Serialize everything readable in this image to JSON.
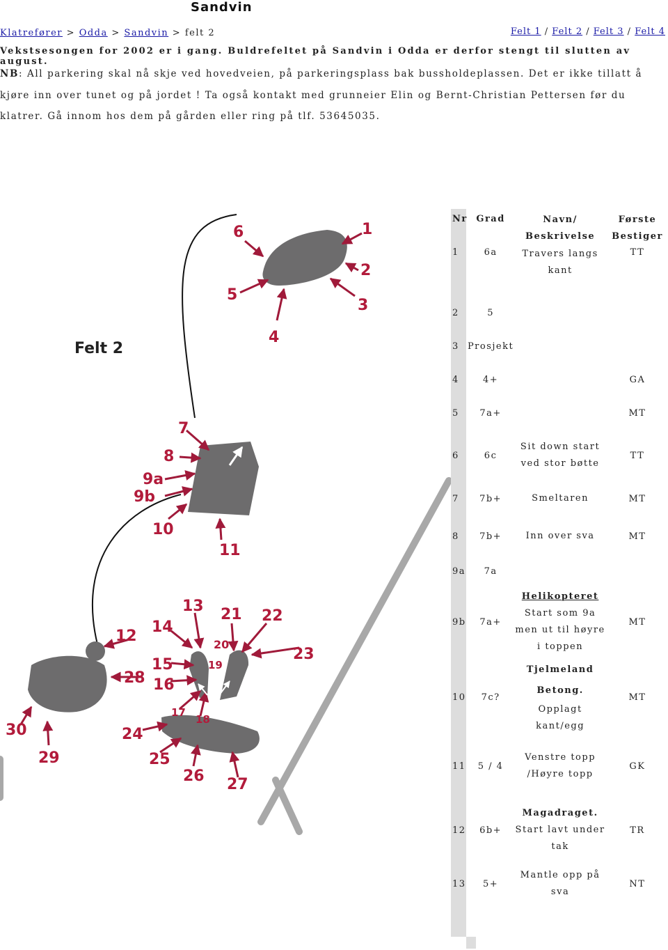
{
  "page_title": "Sandvin",
  "breadcrumb": {
    "item1": "Klatrefører",
    "sep1": " > ",
    "item2": "Odda",
    "sep2": " > ",
    "item3": "Sandvin",
    "sep3": " > ",
    "current": "felt 2"
  },
  "felt_nav": {
    "felt1": "Felt 1",
    "felt2": "Felt 2",
    "felt3": "Felt 3",
    "felt4": "Felt 4",
    "sep": " / "
  },
  "notice": "Vekstsesongen for 2002 er i gang. Buldrefeltet på Sandvin i Odda er derfor stengt til slutten av august.",
  "nb_label": "NB",
  "nb_text": ": All parkering skal nå skje ved hovedveien, på parkeringsplass bak bussholdeplassen. Det er ikke tillatt å kjøre inn over tunet og på jordet ! Ta også kontakt med grunneier Elin og Bernt-Christian Pettersen før du klatrer. Gå innom hos dem på gården eller ring på tlf. 53645035.",
  "map": {
    "felt_label": "Felt 2",
    "numbers": [
      "1",
      "2",
      "3",
      "4",
      "5",
      "6",
      "7",
      "8",
      "9a",
      "9b",
      "10",
      "11",
      "12",
      "13",
      "14",
      "15",
      "16",
      "17",
      "18",
      "19",
      "20",
      "21",
      "22",
      "23",
      "24",
      "25",
      "26",
      "27",
      "28",
      "29",
      "30"
    ],
    "colors": {
      "boulder": "#6d6c6d",
      "arrow": "#a01a3a",
      "road": "#a8a8a8",
      "label": "#b21b3b"
    }
  },
  "table": {
    "headers": [
      "Nr",
      "Grad",
      "Navn/ Beskrivelse",
      "Første Bestiger"
    ],
    "rows": [
      {
        "nr": "1",
        "grad": "6a",
        "name": "",
        "desc": "Travers langs kant",
        "first": "TT"
      },
      {
        "nr": "2",
        "grad": "5",
        "name": "",
        "desc": "",
        "first": ""
      },
      {
        "nr": "3",
        "grad": "Prosjekt",
        "name": "",
        "desc": "",
        "first": ""
      },
      {
        "nr": "4",
        "grad": "4+",
        "name": "",
        "desc": "",
        "first": "GA"
      },
      {
        "nr": "5",
        "grad": "7a+",
        "name": "",
        "desc": "",
        "first": "MT"
      },
      {
        "nr": "6",
        "grad": "6c",
        "name": "",
        "desc": "Sit down start ved stor bøtte",
        "first": "TT"
      },
      {
        "nr": "7",
        "grad": "7b+",
        "name": "Smeltaren",
        "desc": "",
        "first": "MT"
      },
      {
        "nr": "8",
        "grad": "7b+",
        "name": "",
        "desc": "Inn over sva",
        "first": "MT"
      },
      {
        "nr": "9a",
        "grad": "7a",
        "name": "",
        "desc": "",
        "first": ""
      },
      {
        "nr": "9b",
        "grad": "7a+",
        "name": "Helikopteret",
        "desc": "Start som 9a men ut til høyre i toppen",
        "first": "MT"
      },
      {
        "nr": "10",
        "grad": "7c?",
        "name": "Tjelmeland Betong.",
        "desc": "Opplagt kant/egg",
        "first": "MT"
      },
      {
        "nr": "11",
        "grad": "5 / 4",
        "name": "",
        "desc": "Venstre topp /Høyre topp",
        "first": "GK"
      },
      {
        "nr": "12",
        "grad": "6b+",
        "name": "Magadraget.",
        "desc": "Start lavt under tak",
        "first": "TR"
      },
      {
        "nr": "13",
        "grad": "5+",
        "name": "",
        "desc": "Mantle opp på sva",
        "first": "NT"
      }
    ]
  }
}
